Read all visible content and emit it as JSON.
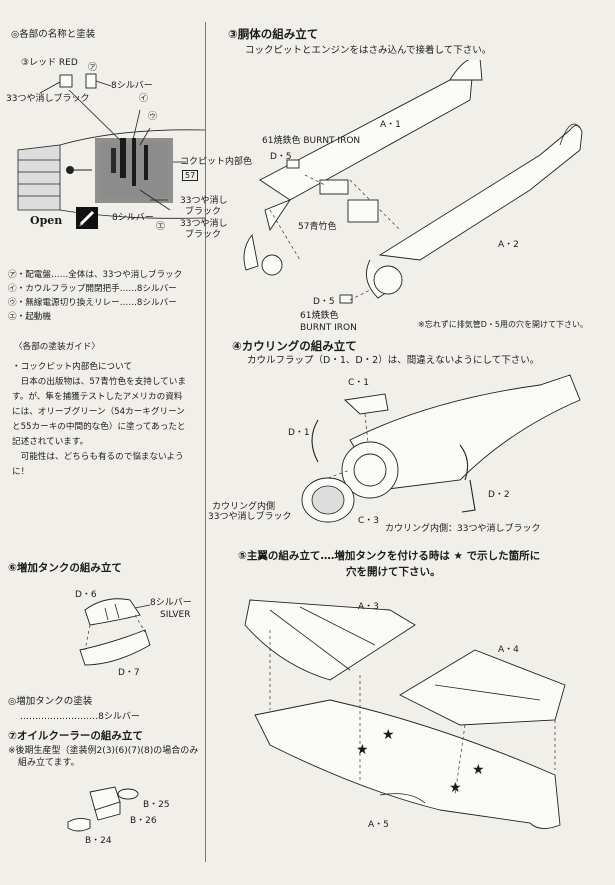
{
  "left": {
    "parts_heading": "◎各部の名称と塗装",
    "red_label": "③レッド RED",
    "flat_black_label": "33つや消しブラック",
    "silver_label": "8シルバー",
    "circ_a": "㋐",
    "circ_i": "㋑",
    "circ_u": "㋒",
    "circ_e": "㋓",
    "open_label": "Open",
    "cockpit_color": "コクピット内部色",
    "cockpit_color_num": "57",
    "silver_label2": "8シルバー",
    "flat_black_a": "33つや消し",
    "flat_black_a2": "ブラック",
    "flat_black_b": "33つや消し",
    "flat_black_b2": "ブラック",
    "legend": [
      "㋐・配電盤‥‥‥全体は、33つや消しブラック",
      "㋑・カウルフラップ開閉把手‥‥‥8シルバー",
      "㋒・無線電源切り換えリレー‥‥‥8シルバー",
      "㋓・起動機"
    ],
    "guide_heading": "〈各部の塗装ガイド〉",
    "guide_lines": [
      "・コックピット内部色について",
      "　日本の出版物は、57青竹色を支持していま",
      "す。が、隼を捕獲テストしたアメリカの資料",
      "には、オリーブグリーン（54カーキグリーン",
      "と55カーキの中間的な色）に塗ってあったと",
      "記述されています。",
      "　可能性は、どちらも有るので悩まないよう",
      "に！"
    ],
    "tank_heading": "⑥増加タンクの組み立て",
    "tank_d6": "D・6",
    "tank_silver": "8シルバー",
    "tank_silver_en": "SILVER",
    "tank_d7": "D・7",
    "tank_paint_heading": "◎増加タンクの塗装",
    "tank_paint_value": "‥‥‥‥‥‥‥‥‥‥‥‥‥8シルバー",
    "oil_heading": "⑦オイルクーラーの組み立て",
    "oil_note_1": "※後期生産型（塗装例2(3)(6)(7)(8)の場合のみ",
    "oil_note_2": "組み立てます。",
    "b25": "B・25",
    "b26": "B・26",
    "b24": "B・24"
  },
  "step3": {
    "heading": "③胴体の組み立て",
    "sub": "コックピットとエンジンをはさみ込んで接着して下さい。",
    "a1": "A・1",
    "burnt_iron": "61焼鉄色 BURNT IRON",
    "d5_top": "D・5",
    "green": "57青竹色",
    "a2": "A・2",
    "d5_bottom": "D・5",
    "burnt_iron2_jp": "61焼鉄色",
    "burnt_iron2_en": "BURNT IRON",
    "exhaust_note": "※忘れずに排気管D・5用の穴を開けて下さい。"
  },
  "step4": {
    "heading": "④カウリングの組み立て",
    "sub": "カウルフラップ（D・1、D・2）は、間違えないようにして下さい。",
    "c1": "C・1",
    "d1": "D・1",
    "d2": "D・2",
    "cowl_inner_1": "カウリング内側",
    "cowl_inner_2": "33つや消しブラック",
    "c3": "C・3",
    "cowl_inner_3": "カウリング内側：33つや消しブラック"
  },
  "step5": {
    "heading": "⑤主翼の組み立て‥‥増加タンクを付ける時は ★ で示した箇所に",
    "heading2": "穴を開けて下さい。",
    "a3": "A・3",
    "a4": "A・4",
    "a5": "A・5",
    "star": "★"
  }
}
